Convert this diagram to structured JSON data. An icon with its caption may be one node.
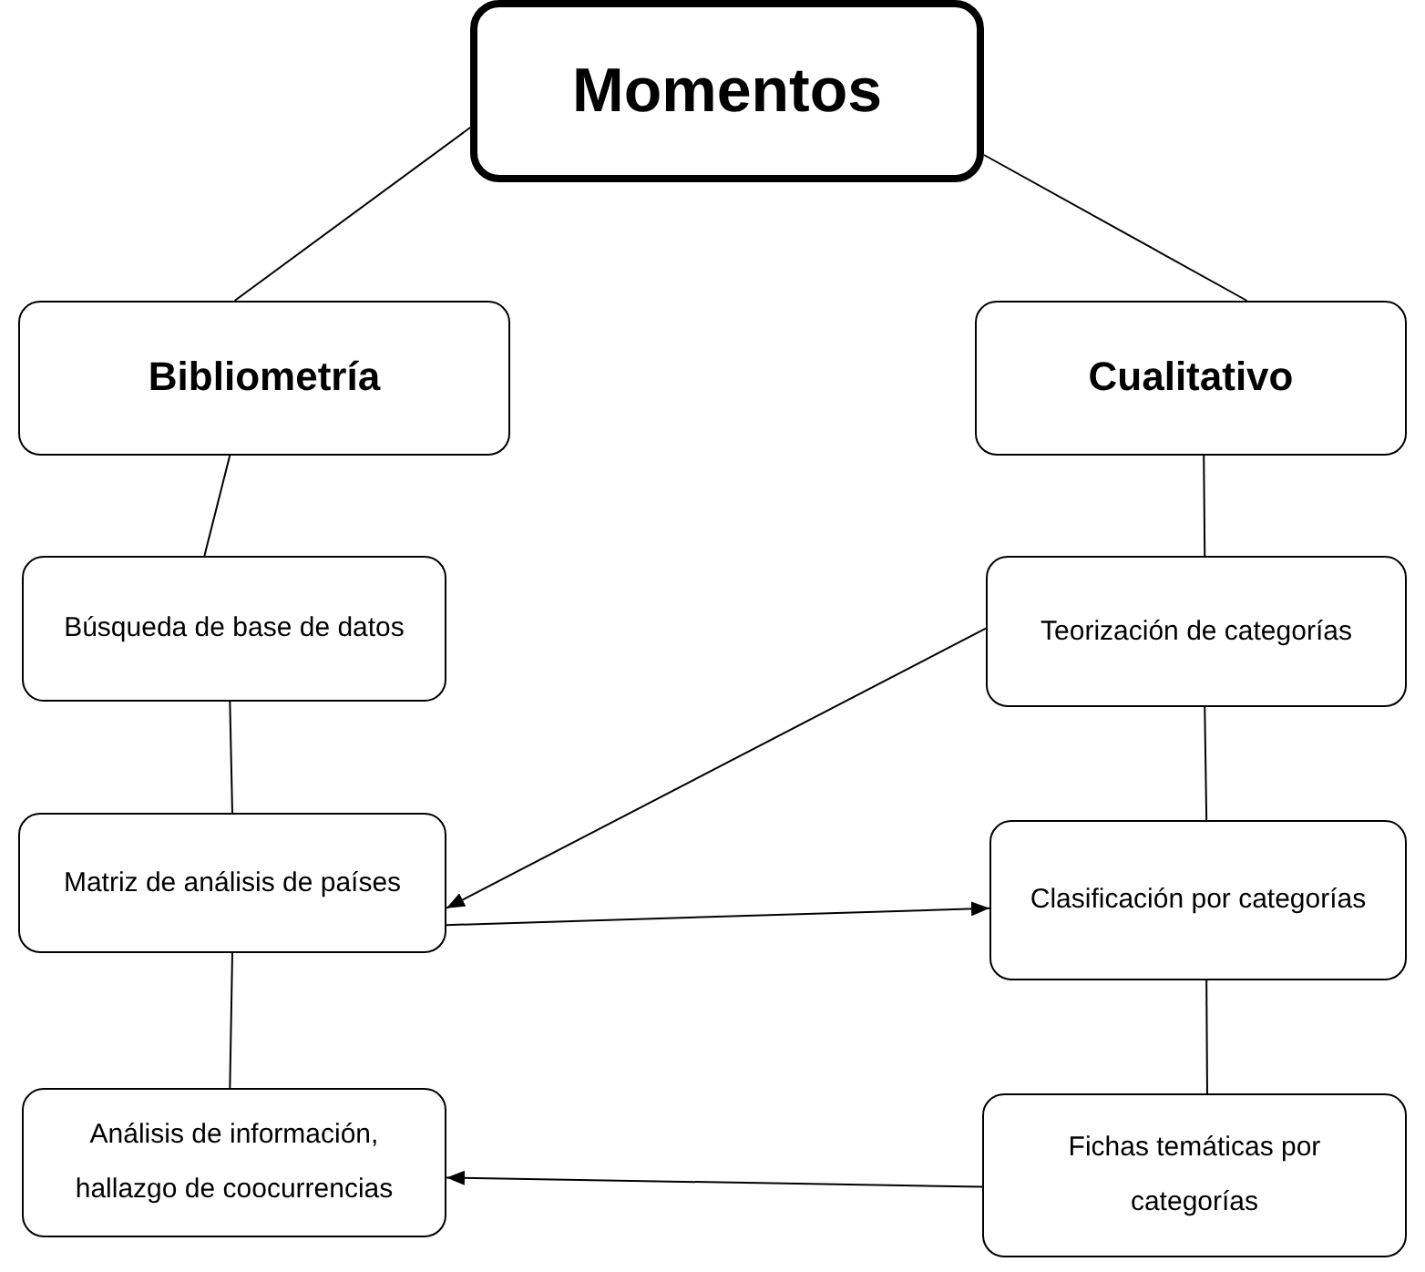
{
  "diagram": {
    "nodes": [
      {
        "text": [
          "Momentos"
        ]
      },
      {
        "text": [
          "Bibliometría"
        ]
      },
      {
        "text": [
          "Cualitativo"
        ]
      },
      {
        "text": [
          "Búsqueda de base de datos"
        ]
      },
      {
        "text": [
          "Teorización de categorías"
        ]
      },
      {
        "text": [
          "Matriz de análisis de países"
        ]
      },
      {
        "text": [
          "Clasificación por categorías"
        ]
      },
      {
        "text": [
          "Análisis de información, hallazgo de coocurrencias"
        ]
      },
      {
        "text": [
          "Fichas temáticas por categorías"
        ]
      }
    ],
    "edges": [
      {
        "from": 0,
        "to": 1,
        "arrow": "none"
      },
      {
        "from": 0,
        "to": 2,
        "arrow": "none"
      },
      {
        "from": 1,
        "to": 3,
        "arrow": "none"
      },
      {
        "from": 2,
        "to": 4,
        "arrow": "none"
      },
      {
        "from": 3,
        "to": 5,
        "arrow": "none"
      },
      {
        "from": 4,
        "to": 6,
        "arrow": "none"
      },
      {
        "from": 5,
        "to": 7,
        "arrow": "none"
      },
      {
        "from": 6,
        "to": 8,
        "arrow": "none"
      },
      {
        "from": 4,
        "to": 5,
        "arrow": "to"
      },
      {
        "from": 5,
        "to": 6,
        "arrow": "to"
      },
      {
        "from": 8,
        "to": 7,
        "arrow": "to"
      }
    ]
  }
}
